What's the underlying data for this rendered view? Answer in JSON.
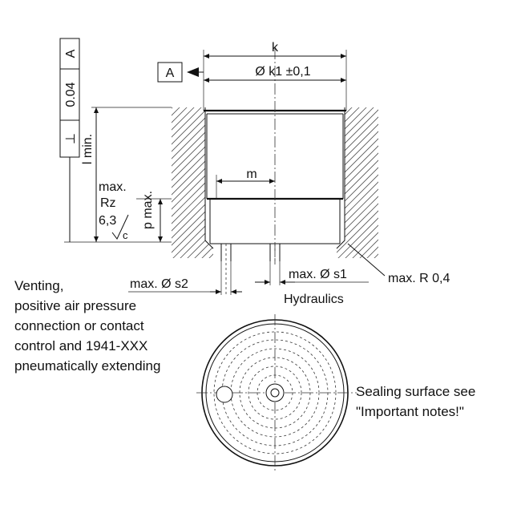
{
  "dimensions": {
    "k": "k",
    "k1": "Ø k1 ±0,1",
    "m": "m",
    "s1": "max. Ø s1",
    "s2": "max. Ø s2",
    "l_min": "l min.",
    "p_max": "p max.",
    "radius": "max. R 0,4"
  },
  "datum": "A",
  "tolerance_frame": {
    "symbol": "⊥",
    "value": "0.04",
    "datum": "A"
  },
  "roughness": {
    "line1": "max.",
    "line2": "Rz",
    "value": "6,3"
  },
  "labels": {
    "hydraulics": "Hydraulics",
    "venting": [
      "Venting,",
      "positive air pressure",
      "connection or contact",
      "control and 1941-XXX",
      "pneumatically extending"
    ],
    "sealing": [
      "Sealing surface see",
      "\"Important notes!\""
    ]
  }
}
